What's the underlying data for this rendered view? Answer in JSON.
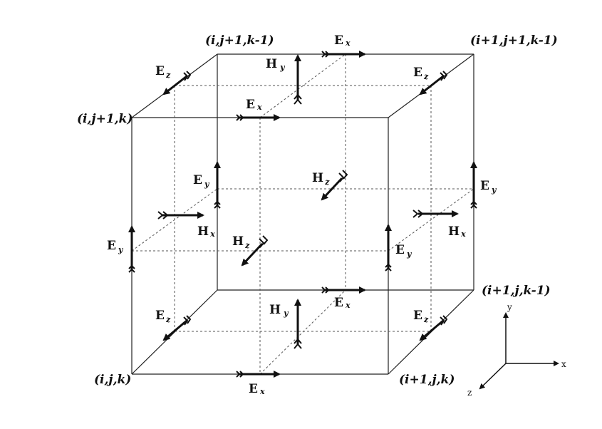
{
  "nodes": {
    "ijk": "(i,j,k)",
    "i1jk": "(i+1,j,k)",
    "ij1k": "(i,j+1,k)",
    "ijkm1": "(i+1,j,k-1)",
    "ij1km1": "(i,j+1,k-1)",
    "i1j1km1": "(i+1,j+1,k-1)"
  },
  "fields": {
    "E": "E",
    "H": "H",
    "x": "x",
    "y": "y",
    "z": "z"
  },
  "axes": {
    "x": "x",
    "y": "y",
    "z": "z"
  }
}
